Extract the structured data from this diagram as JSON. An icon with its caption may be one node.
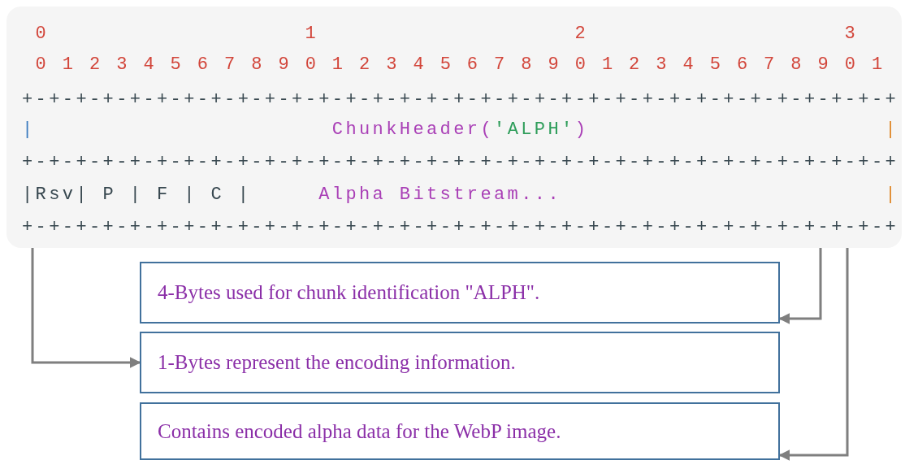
{
  "diagram": {
    "nodes": [
      {
        "text": [
          "0",
          "1",
          "2",
          "3",
          "0 1 2 3 4 5 6 7 8 9 0 1 2 3 4 5 6 7 8 9 0 1 2 3 4 5 6 7 8 9 0 1",
          "+-+-+-+-+-+-+-+-+-+-+-+-+-+-+-+-+-+-+-+-+-+-+-+-+-+-+-+-+-+-+-+-+",
          "|",
          "ChunkHeader('ALPH')",
          "|",
          "+-+-+-+-+-+-+-+-+-+-+-+-+-+-+-+-+-+-+-+-+-+-+-+-+-+-+-+-+-+-+-+-+",
          "|Rsv| P | F | C |",
          "Alpha Bitstream...",
          "|",
          "+-+-+-+-+-+-+-+-+-+-+-+-+-+-+-+-+-+-+-+-+-+-+-+-+-+-+-+-+-+-+-+-+"
        ]
      },
      {
        "text": [
          "4-Bytes used for chunk identification \"ALPH\"."
        ]
      },
      {
        "text": [
          "1-Bytes represent the encoding information."
        ]
      },
      {
        "text": [
          "Contains encoded alpha data for the WebP image."
        ]
      }
    ],
    "edges": [
      {
        "from": 0,
        "to": 1,
        "arrow": "to"
      },
      {
        "from": 0,
        "to": 2,
        "arrow": "to"
      },
      {
        "from": 0,
        "to": 3,
        "arrow": "to"
      }
    ]
  }
}
